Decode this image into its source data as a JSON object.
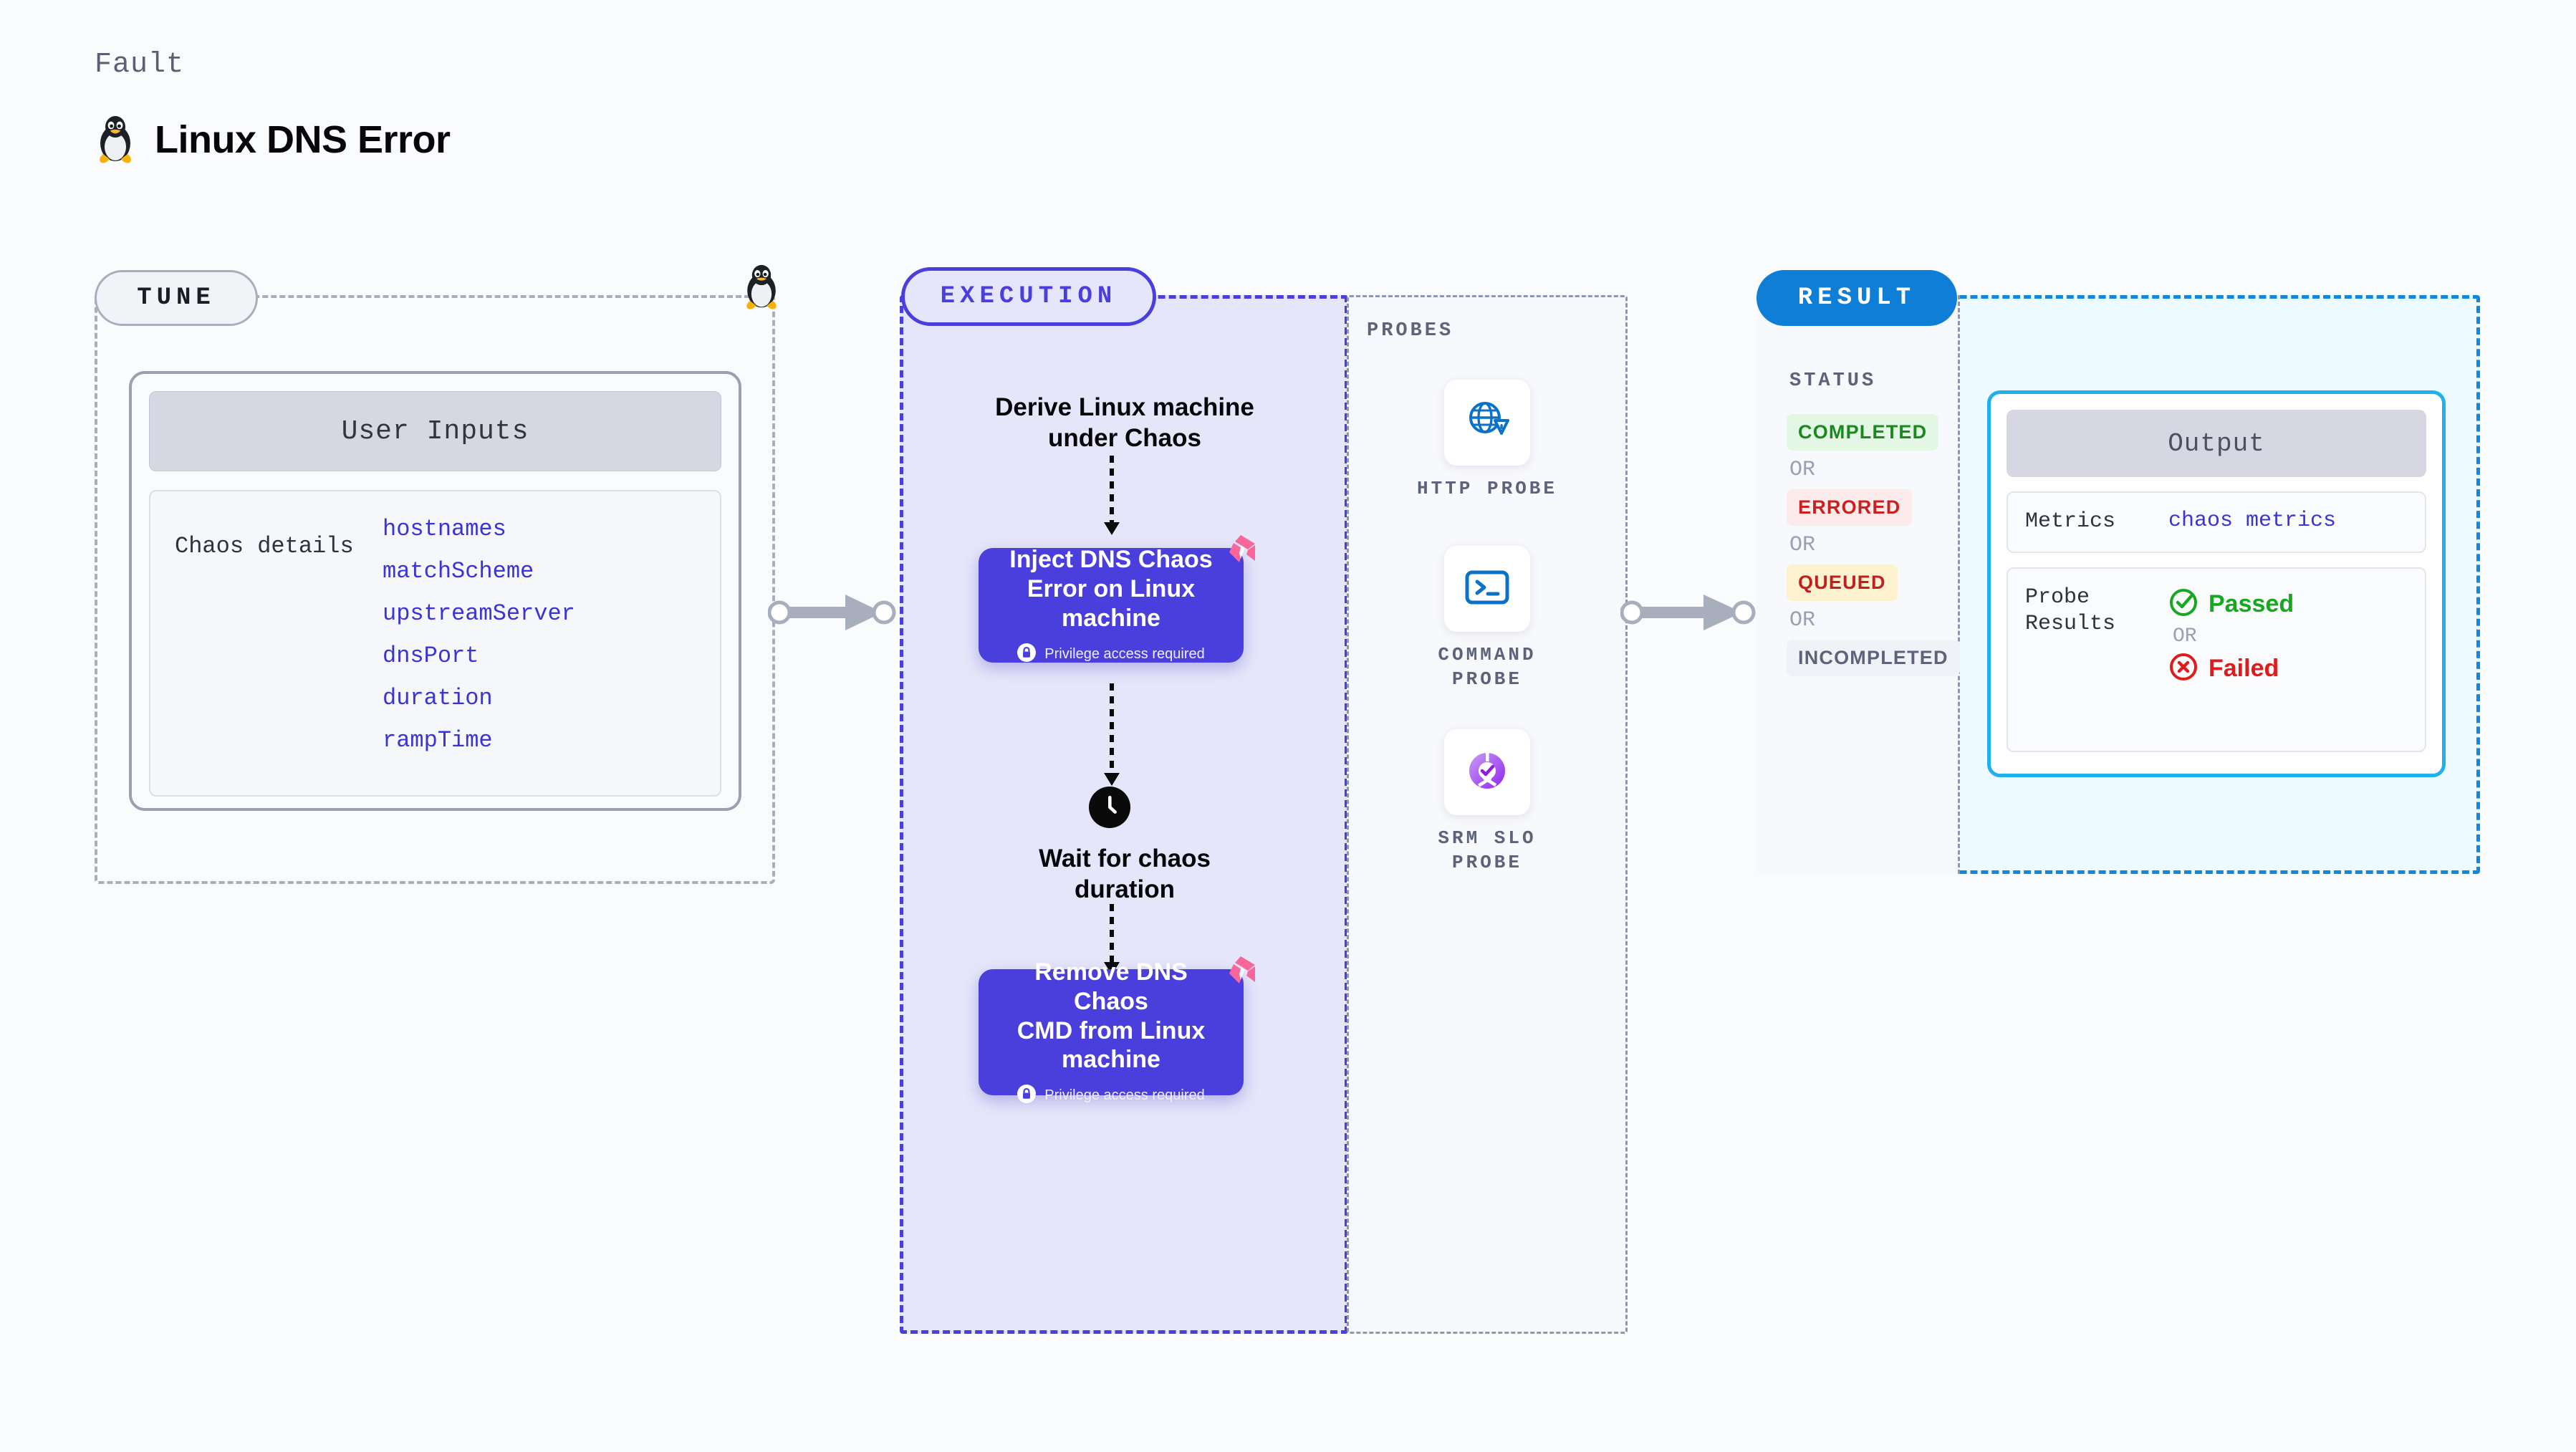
{
  "header": {
    "kicker": "Fault",
    "title": "Linux DNS Error",
    "icon": "tux-penguin-icon"
  },
  "tune": {
    "pill_label": "TUNE",
    "badge_icon": "tux-penguin-icon",
    "user_inputs_title": "User Inputs",
    "details_label": "Chaos details",
    "parameters": [
      "hostnames",
      "matchScheme",
      "upstreamServer",
      "dnsPort",
      "duration",
      "rampTime"
    ]
  },
  "execution": {
    "pill_label": "EXECUTION",
    "derive_label": "Derive Linux machine\nunder Chaos",
    "wait_label": "Wait for chaos\nduration",
    "clock_icon": "clock-icon",
    "steps": [
      {
        "title": "Inject DNS Chaos\nError on Linux\nmachine",
        "privilege_note": "Privilege access required",
        "lock_icon": "lock-icon",
        "corner_icon": "litmus-logo-icon"
      },
      {
        "title": "Remove DNS Chaos\nCMD from Linux\nmachine",
        "privilege_note": "Privilege access required",
        "lock_icon": "lock-icon",
        "corner_icon": "litmus-logo-icon"
      }
    ]
  },
  "probes": {
    "section_label": "PROBES",
    "items": [
      {
        "name": "HTTP PROBE",
        "icon": "globe-warning-icon"
      },
      {
        "name": "COMMAND\nPROBE",
        "icon": "terminal-prompt-icon"
      },
      {
        "name": "SRM SLO\nPROBE",
        "icon": "slo-donut-check-icon"
      }
    ]
  },
  "result": {
    "pill_label": "RESULT",
    "status_label": "STATUS",
    "or_text": "OR",
    "statuses": [
      {
        "label": "COMPLETED",
        "text_color": "#1a8a1f",
        "bg_color": "#e3f7e4"
      },
      {
        "label": "ERRORED",
        "text_color": "#cc1f1f",
        "bg_color": "#fcebeb"
      },
      {
        "label": "QUEUED",
        "text_color": "#c02020",
        "bg_color": "#fdf2cf"
      },
      {
        "label": "INCOMPLETED",
        "text_color": "#5d6379",
        "bg_color": "#f1f2f7"
      }
    ],
    "output": {
      "title": "Output",
      "metrics_key": "Metrics",
      "metrics_value": "chaos metrics",
      "probe_results_key": "Probe\nResults",
      "passed_label": "Passed",
      "failed_label": "Failed",
      "or_text": "OR",
      "passed_icon": "check-circle-icon",
      "failed_icon": "x-circle-icon"
    }
  },
  "connectors": {
    "tune_to_execution": "arrow-right",
    "probes_to_result": "arrow-right"
  },
  "colors": {
    "accent_indigo": "#4a3fdc",
    "accent_blue": "#0f7ed6",
    "accent_cyan": "#22b0ec",
    "pink_badge": "#f9669a",
    "param_blue": "#3a34d6"
  }
}
